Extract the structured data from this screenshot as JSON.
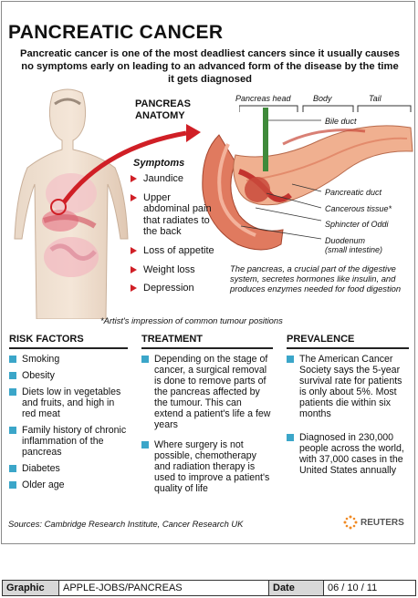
{
  "header": {
    "title": "PANCREATIC CANCER",
    "subtitle": "Pancreatic cancer is one of the most deadliest cancers since it usually causes no symptoms early on leading to an advanced form of the disease by the time it gets diagnosed"
  },
  "anatomy": {
    "heading": "PANCREAS ANATOMY",
    "regions": [
      "Pancreas head",
      "Body",
      "Tail"
    ],
    "labels": {
      "bile_duct": "Bile duct",
      "pancreatic_duct": "Pancreatic duct",
      "cancerous_tissue": "Cancerous tissue*",
      "sphincter": "Sphincter of Oddi",
      "duodenum": "Duodenum",
      "duodenum_sub": "(small intestine)"
    },
    "caption": "The pancreas, a crucial part of the digestive system, secretes hormones like insulin, and produces enzymes needed for food digestion"
  },
  "symptoms": {
    "heading": "Symptoms",
    "items": [
      "Jaundice",
      "Upper abdominal pain that radiates to the back",
      "Loss of appetite",
      "Weight loss",
      "Depression"
    ]
  },
  "note": "*Artist's impression of common tumour positions",
  "risk_factors": {
    "heading": "RISK FACTORS",
    "items": [
      "Smoking",
      "Obesity",
      "Diets low in vegetables and fruits, and high in red meat",
      "Family history of chronic inflammation of the pancreas",
      "Diabetes",
      "Older age"
    ]
  },
  "treatment": {
    "heading": "TREATMENT",
    "items": [
      "Depending on the stage of cancer, a surgical removal is done to remove parts of the pancreas affected by the tumour. This can extend a patient's life a few years",
      "Where surgery is not possible, chemotherapy and radiation therapy is used to improve a patient's quality of life"
    ]
  },
  "prevalence": {
    "heading": "PREVALENCE",
    "items": [
      "The American Cancer Society says the 5-year survival rate for patients is only about 5%. Most patients die within six months",
      "Diagnosed in 230,000 people across the world, with 37,000 cases in the United States annually"
    ]
  },
  "sources": "Sources: Cambridge Research Institute, Cancer Research UK",
  "brand": "REUTERS",
  "footer": {
    "graphic_label": "Graphic",
    "graphic_value": "APPLE-JOBS/PANCREAS",
    "date_label": "Date",
    "date_value": "06 / 10 / 11"
  },
  "colors": {
    "accent_red": "#d01f26",
    "bullet_blue": "#3ba6c9",
    "tissue": "#e8927a"
  }
}
